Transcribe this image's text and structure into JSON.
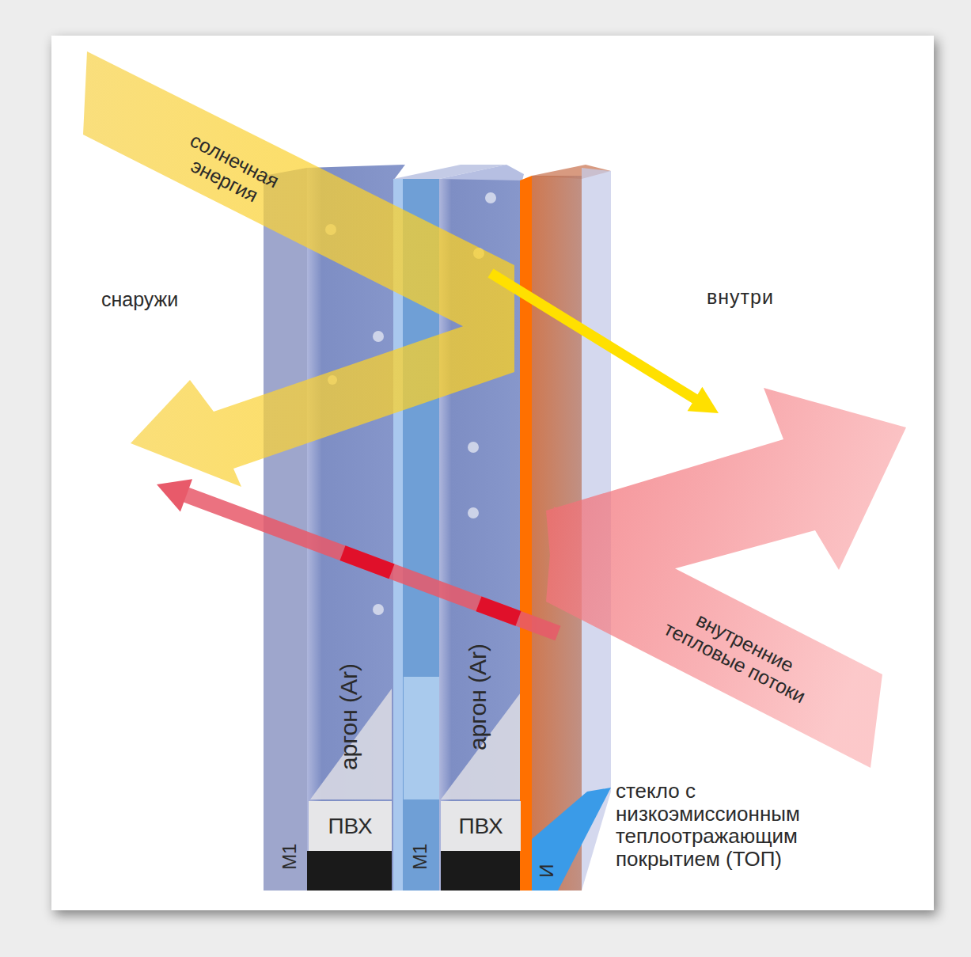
{
  "diagram": {
    "nodes": [
      {
        "text": [
          "ПВХ"
        ]
      },
      {
        "text": [
          "ПВХ"
        ]
      }
    ],
    "labels": [
      "солнечная энергия",
      "снаружи",
      "внутри",
      "внутренние тепловые потоки",
      "аргон (Ar)",
      "аргон (Ar)",
      "М1",
      "М1",
      "И",
      "стекло с низкоэмиссионным теплоотражающим покрытием (ТОП)"
    ]
  }
}
